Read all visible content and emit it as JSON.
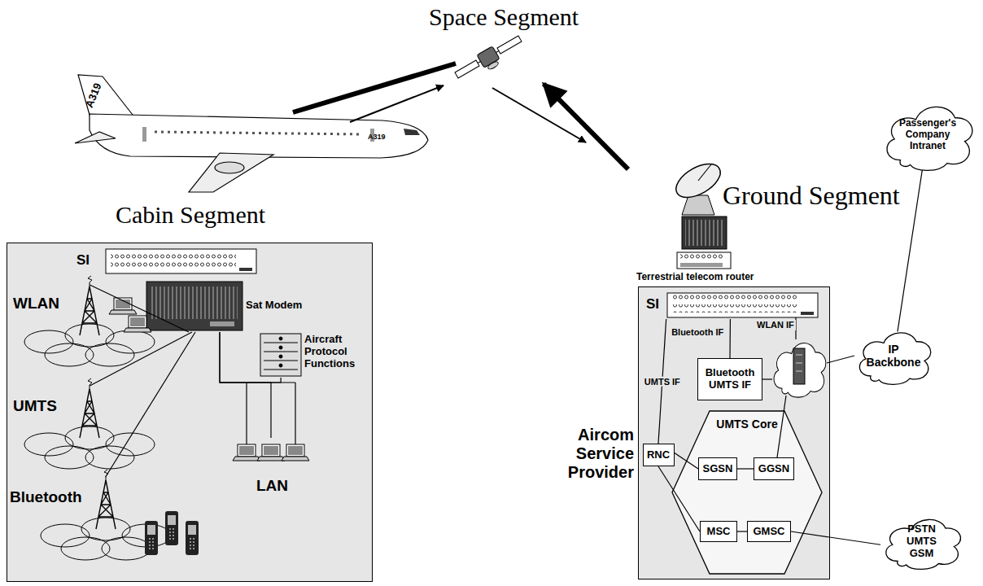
{
  "diagram": {
    "nodes": [
      {
        "text": [
          "Cabin Segment"
        ]
      },
      {
        "text": [
          "SI"
        ],
        "in": 0
      },
      {
        "text": [
          "Sat Modem"
        ],
        "in": 0
      },
      {
        "text": [
          "Aircraft Protocol Functions"
        ],
        "in": 0
      },
      {
        "text": [
          "WLAN"
        ],
        "in": 0
      },
      {
        "text": [
          "UMTS"
        ],
        "in": 0
      },
      {
        "text": [
          "Bluetooth"
        ],
        "in": 0
      },
      {
        "text": [
          "LAN"
        ],
        "in": 0
      },
      {
        "text": [
          "Aircom Service Provider"
        ]
      },
      {
        "text": [
          "SI"
        ],
        "in": 8
      },
      {
        "text": [
          "Bluetooth UMTS IF"
        ],
        "in": 8
      },
      {
        "text": [
          "RNC"
        ],
        "in": 8
      },
      {
        "text": [
          "UMTS Core"
        ],
        "in": 8
      },
      {
        "text": [
          "SGSN"
        ],
        "in": 12
      },
      {
        "text": [
          "GGSN"
        ],
        "in": 12
      },
      {
        "text": [
          "MSC"
        ],
        "in": 12
      },
      {
        "text": [
          "GMSC"
        ],
        "in": 12
      },
      {
        "text": [
          "Passenger's Company Intranet"
        ]
      },
      {
        "text": [
          "IP Backbone"
        ]
      },
      {
        "text": [
          "PSTN UMTS GSM"
        ]
      }
    ],
    "edges": [
      {
        "from": 4,
        "to": 2,
        "arrow": "none"
      },
      {
        "from": 5,
        "to": 2,
        "arrow": "none"
      },
      {
        "from": 6,
        "to": 2,
        "arrow": "none"
      },
      {
        "from": 2,
        "to": 3,
        "arrow": "none"
      },
      {
        "from": 2,
        "to": 7,
        "arrow": "none"
      },
      {
        "from": 9,
        "to": 10,
        "label": "Bluetooth IF",
        "arrow": "none"
      },
      {
        "from": 9,
        "to": 11,
        "label": "UMTS IF",
        "arrow": "none"
      },
      {
        "from": 11,
        "to": 13,
        "arrow": "none"
      },
      {
        "from": 11,
        "to": 15,
        "arrow": "none"
      },
      {
        "from": 13,
        "to": 14,
        "arrow": "none"
      },
      {
        "from": 15,
        "to": 16,
        "arrow": "none"
      },
      {
        "from": 16,
        "to": 19,
        "arrow": "none"
      },
      {
        "from": 18,
        "to": 17,
        "arrow": "none"
      }
    ],
    "labels": [
      "Space Segment",
      "A319",
      "A319",
      "Ground Segment",
      "Terrestrial telecom router",
      "WLAN IF"
    ]
  }
}
